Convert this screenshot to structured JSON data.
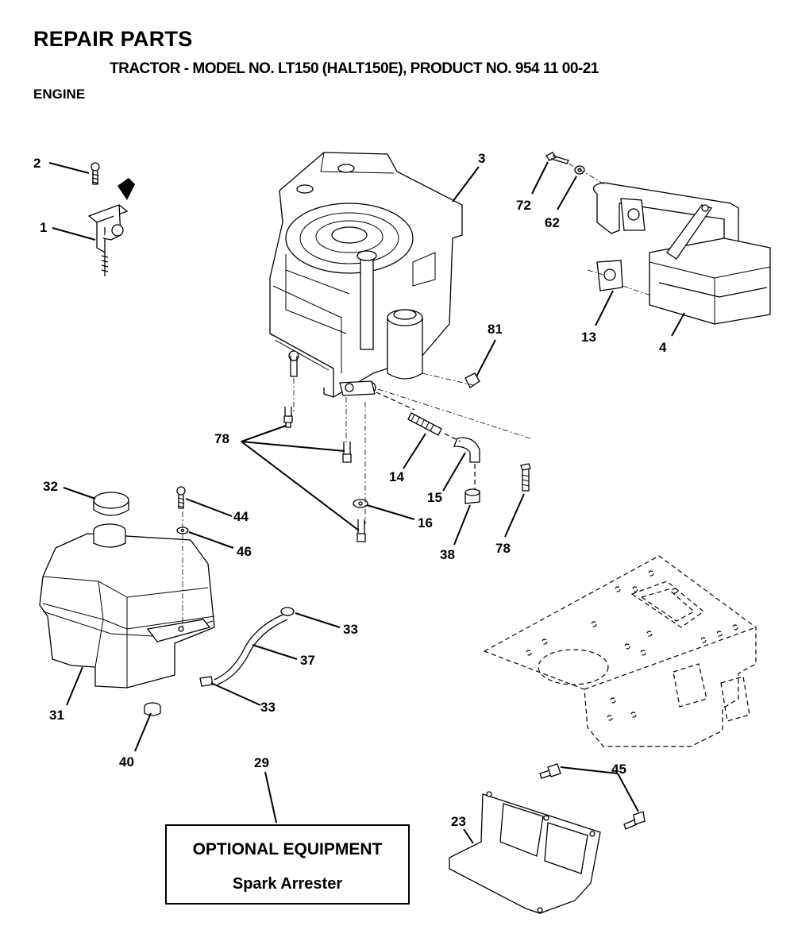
{
  "header": {
    "title": "REPAIR PARTS",
    "subtitle": "TRACTOR - MODEL NO. LT150 (HALT150E), PRODUCT NO. 954 11 00-21",
    "section": "ENGINE"
  },
  "callouts": {
    "c1": "1",
    "c2": "2",
    "c3": "3",
    "c4": "4",
    "c13": "13",
    "c14": "14",
    "c15": "15",
    "c16": "16",
    "c23": "23",
    "c29": "29",
    "c31": "31",
    "c32": "32",
    "c33a": "33",
    "c33b": "33",
    "c37": "37",
    "c38": "38",
    "c40": "40",
    "c44": "44",
    "c45": "45",
    "c46": "46",
    "c62": "62",
    "c72": "72",
    "c78a": "78",
    "c78b": "78",
    "c81": "81"
  },
  "note": {
    "title": "OPTIONAL EQUIPMENT",
    "subtitle": "Spark Arrester"
  }
}
